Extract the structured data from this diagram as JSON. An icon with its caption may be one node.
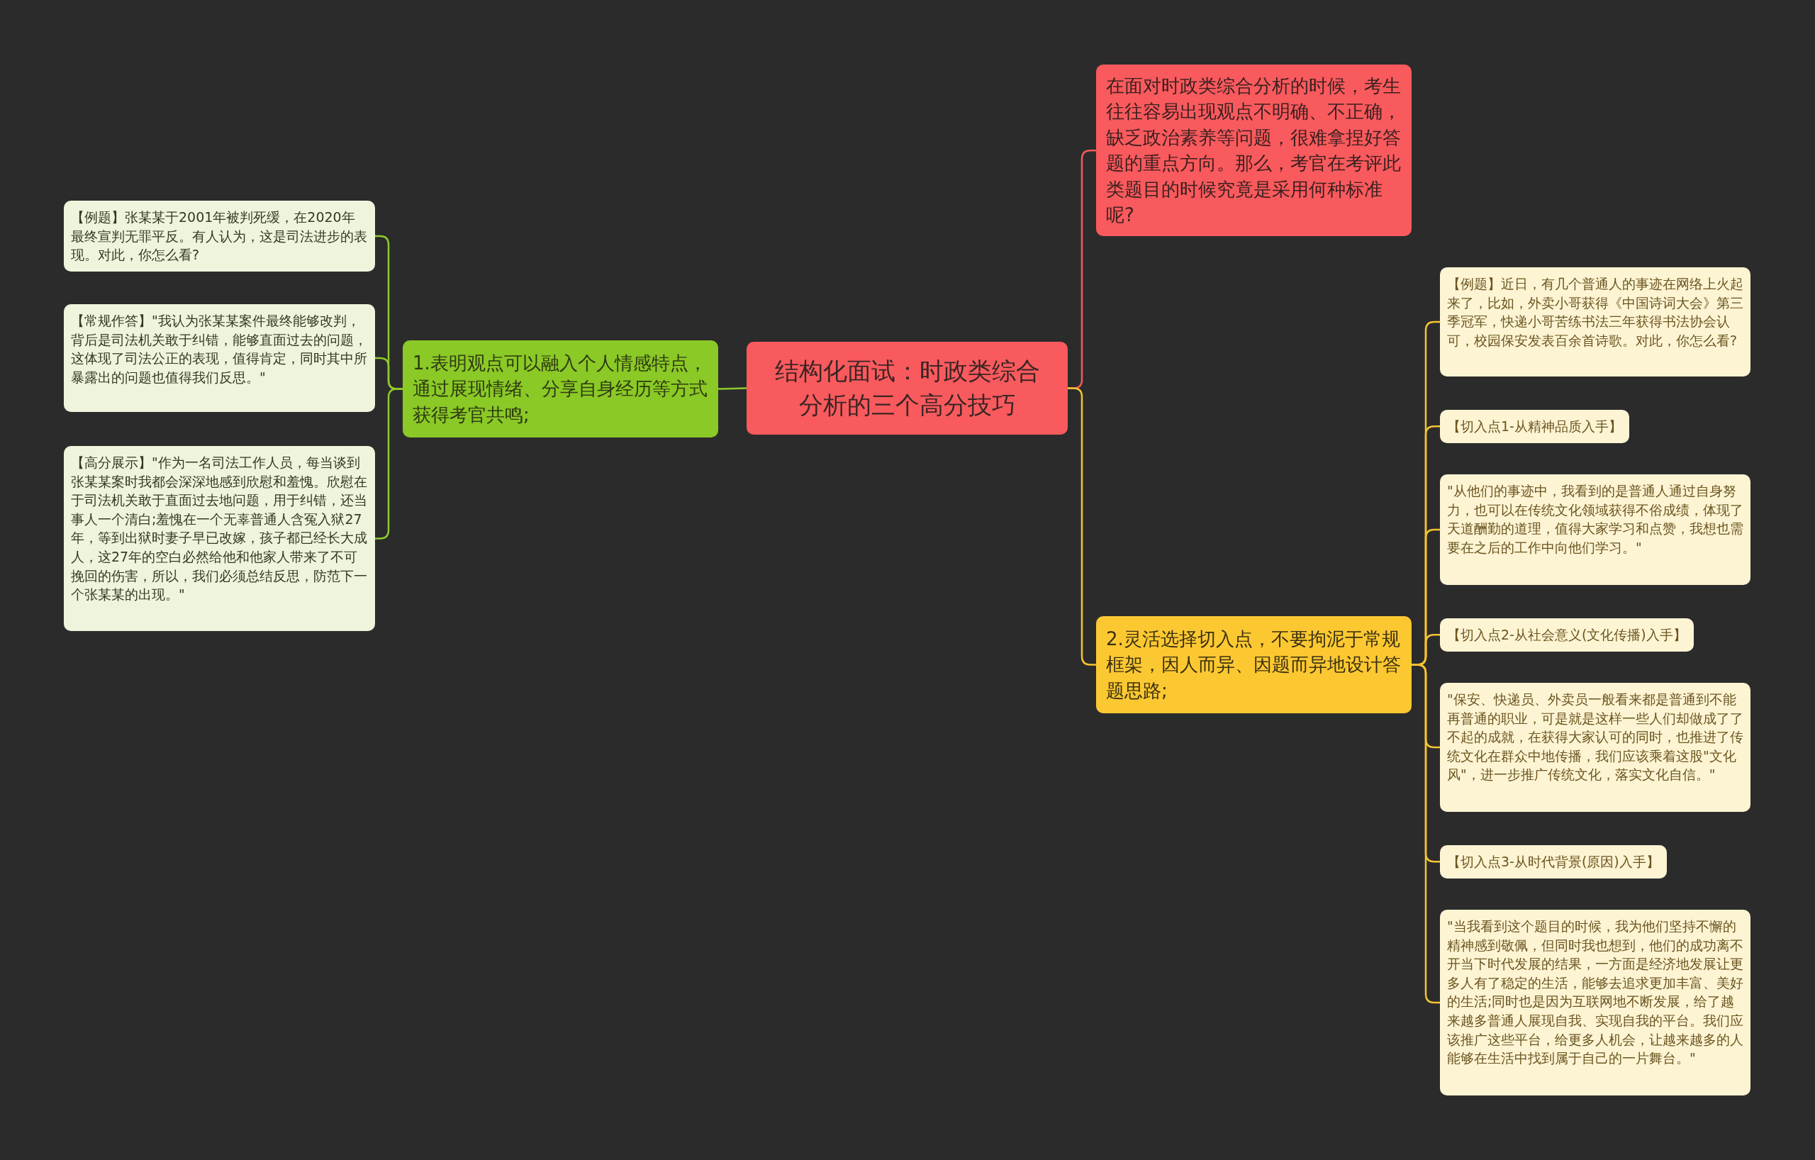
{
  "diagram": {
    "nodes": [
      {
        "text": [
          "结构化面试：时政类综合分析的三个高分技巧"
        ]
      },
      {
        "text": [
          "在面对时政类综合分析的时候，考生往往容易出现观点不明确、不正确，缺乏政治素养等问题，很难拿捏好答题的重点方向。那么，考官在考评此类题目的时候究竟是采用何种标准呢?"
        ]
      },
      {
        "text": [
          "1.表明观点可以融入个人情感特点，通过展现情绪、分享自身经历等方式获得考官共鸣;"
        ]
      },
      {
        "text": [
          "【例题】张某某于2001年被判死缓，在2020年最终宣判无罪平反。有人认为，这是司法进步的表现。对此，你怎么看?"
        ]
      },
      {
        "text": [
          "【常规作答】\"我认为张某某案件最终能够改判，背后是司法机关敢于纠错，能够直面过去的问题，这体现了司法公正的表现，值得肯定，同时其中所暴露出的问题也值得我们反思。\""
        ]
      },
      {
        "text": [
          "【高分展示】\"作为一名司法工作人员，每当谈到张某某案时我都会深深地感到欣慰和羞愧。欣慰在于司法机关敢于直面过去地问题，用于纠错，还当事人一个清白;羞愧在一个无辜普通人含冤入狱27年，等到出狱时妻子早已改嫁，孩子都已经长大成人，这27年的空白必然给他和他家人带来了不可挽回的伤害，所以，我们必须总结反思，防范下一个张某某的出现。\""
        ]
      },
      {
        "text": [
          "2.灵活选择切入点，不要拘泥于常规框架，因人而异、因题而异地设计答题思路;"
        ]
      },
      {
        "text": [
          "【例题】近日，有几个普通人的事迹在网络上火起来了，比如，外卖小哥获得《中国诗词大会》第三季冠军，快递小哥苦练书法三年获得书法协会认可，校园保安发表百余首诗歌。对此，你怎么看?"
        ]
      },
      {
        "text": [
          "【切入点1-从精神品质入手】"
        ]
      },
      {
        "text": [
          "\"从他们的事迹中，我看到的是普通人通过自身努力，也可以在传统文化领域获得不俗成绩，体现了天道酬勤的道理，值得大家学习和点赞，我想也需要在之后的工作中向他们学习。\""
        ]
      },
      {
        "text": [
          "【切入点2-从社会意义(文化传播)入手】"
        ]
      },
      {
        "text": [
          "\"保安、快递员、外卖员一般看来都是普通到不能再普通的职业，可是就是这样一些人们却做成了了不起的成就，在获得大家认可的同时，也推进了传统文化在群众中地传播，我们应该乘着这股\"文化风\"，进一步推广传统文化，落实文化自信。\""
        ]
      },
      {
        "text": [
          "【切入点3-从时代背景(原因)入手】"
        ]
      },
      {
        "text": [
          "\"当我看到这个题目的时候，我为他们坚持不懈的精神感到敬佩，但同时我也想到，他们的成功离不开当下时代发展的结果，一方面是经济地发展让更多人有了稳定的生活，能够去追求更加丰富、美好的生活;同时也是因为互联网地不断发展，给了越来越多普通人展现自我、实现自我的平台。我们应该推广这些平台，给更多人机会，让越来越多的人能够在生活中找到属于自己的一片舞台。\""
        ]
      }
    ],
    "edges": [
      {
        "from": 0,
        "to": 1,
        "arrow": "none",
        "color": "#f25c5c"
      },
      {
        "from": 0,
        "to": 2,
        "arrow": "none",
        "color": "#8fca2c"
      },
      {
        "from": 0,
        "to": 6,
        "arrow": "none"
      },
      {
        "from": 2,
        "to": 3,
        "arrow": "none",
        "color": "#8fca2c"
      },
      {
        "from": 2,
        "to": 4,
        "arrow": "none",
        "color": "#8fca2c"
      },
      {
        "from": 2,
        "to": 5,
        "arrow": "none",
        "color": "#8fca2c"
      },
      {
        "from": 6,
        "to": 7,
        "arrow": "none"
      },
      {
        "from": 6,
        "to": 8,
        "arrow": "none"
      },
      {
        "from": 6,
        "to": 9,
        "arrow": "none"
      },
      {
        "from": 6,
        "to": 10,
        "arrow": "none"
      },
      {
        "from": 6,
        "to": 11,
        "arrow": "none"
      },
      {
        "from": 6,
        "to": 12,
        "arrow": "none"
      },
      {
        "from": 6,
        "to": 13,
        "arrow": "none"
      }
    ]
  }
}
